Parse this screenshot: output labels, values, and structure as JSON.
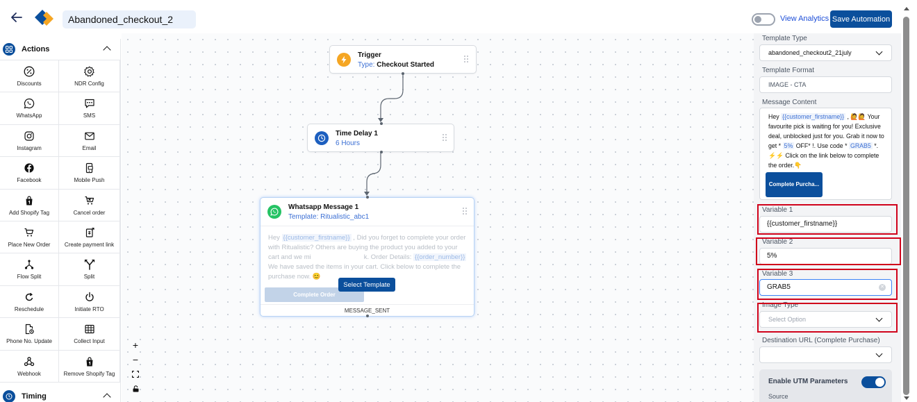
{
  "header": {
    "automation_name": "Abandoned_checkout_2",
    "view_analytics": "View Analytics",
    "save_label": "Save Automation"
  },
  "sidebar": {
    "actions_title": "Actions",
    "timing_title": "Timing",
    "items": [
      {
        "label": "Discounts",
        "icon": "percent-icon"
      },
      {
        "label": "NDR Config",
        "icon": "gear-icon"
      },
      {
        "label": "WhatsApp",
        "icon": "whatsapp-icon"
      },
      {
        "label": "SMS",
        "icon": "sms-icon"
      },
      {
        "label": "Instagram",
        "icon": "instagram-icon"
      },
      {
        "label": "Email",
        "icon": "mail-icon"
      },
      {
        "label": "Facebook",
        "icon": "facebook-icon"
      },
      {
        "label": "Mobile Push",
        "icon": "mobile-push-icon"
      },
      {
        "label": "Add Shopify Tag",
        "icon": "shopify-bag-icon"
      },
      {
        "label": "Cancel order",
        "icon": "cart-cancel-icon"
      },
      {
        "label": "Place New Order",
        "icon": "cart-icon"
      },
      {
        "label": "Create payment link",
        "icon": "payment-link-icon"
      },
      {
        "label": "Flow Split",
        "icon": "flow-split-icon"
      },
      {
        "label": "Split",
        "icon": "split-icon"
      },
      {
        "label": "Reschedule",
        "icon": "reschedule-icon"
      },
      {
        "label": "Initiate RTO",
        "icon": "power-icon"
      },
      {
        "label": "Phone No. Update",
        "icon": "phone-update-icon"
      },
      {
        "label": "Collect Input",
        "icon": "collect-input-icon"
      },
      {
        "label": "Webhook",
        "icon": "webhook-icon"
      },
      {
        "label": "Remove Shopify Tag",
        "icon": "shopify-bag-remove-icon"
      }
    ]
  },
  "canvas": {
    "trigger": {
      "title": "Trigger",
      "type_prefix": "Type:",
      "type_value": "Checkout Started"
    },
    "delay": {
      "title": "Time Delay 1",
      "subtitle": "6 Hours"
    },
    "whatsapp": {
      "title": "Whatsapp Message 1",
      "template": "Template: Ritualistic_abc1",
      "text_1": "Hey ",
      "var_1": "{{customer_firstname}}",
      "text_2": " , Did you forget to complete your order with Ritualistic? Others are buying the product you added to your cart and we mi",
      "text_3": "k. Order Details: ",
      "var_2": "{{order_number}}",
      "text_4": " We have saved the items in your cart. Click below to complete the purchase now. 😊",
      "cta": "Complete Order",
      "select_template": "Select Template",
      "footer": "MESSAGE_SENT"
    },
    "zoom": {
      "zoom_in": "+",
      "zoom_out": "−"
    }
  },
  "panel": {
    "template_type_label": "Template Type",
    "template_type_value": "abandoned_checkout2_21july",
    "template_format_label": "Template Format",
    "template_format_value": "IMAGE - CTA",
    "message_content_label": "Message Content",
    "message": {
      "t1": "Hey ",
      "v1": "{{customer_firstname}}",
      "t2": " , 🙋🙋 Your favourite pick is waiting for you! Exclusive deal, unblocked just for you. Grab it now to get * ",
      "v2": "5%",
      "t3": " OFF* !. Use code * ",
      "v3": "GRAB5",
      "t4": " *. ⚡⚡ Click on the link below to complete the order.👇",
      "cta": "Complete Purcha..."
    },
    "variable_1_label": "Variable 1",
    "variable_1_value": "{{customer_firstname}}",
    "variable_2_label": "Variable 2",
    "variable_2_value": "5%",
    "variable_3_label": "Variable 3",
    "variable_3_value": "GRAB5",
    "image_type_label": "Image Type",
    "image_type_placeholder": "Select Option",
    "destination_url_label": "Destination URL (Complete Purchase)",
    "destination_url_value": "",
    "utm_label": "Enable UTM Parameters",
    "utm_source_label": "Source",
    "utm_enabled": true
  },
  "colors": {
    "primary": "#0b4f9c",
    "highlight": "#d0021b",
    "logo_blue": "#0b4f9c",
    "logo_orange": "#f5a623"
  }
}
